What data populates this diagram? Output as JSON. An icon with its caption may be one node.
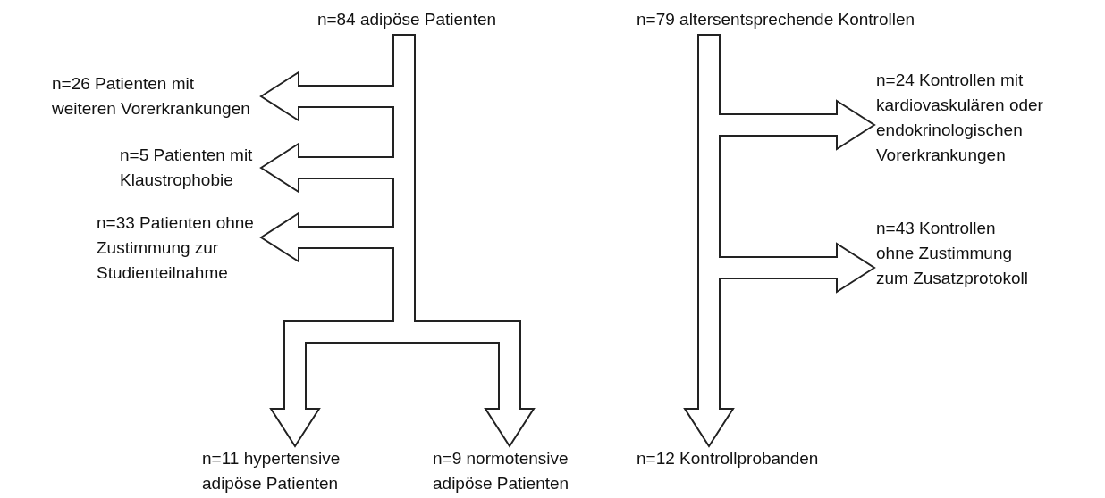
{
  "diagram": {
    "nodes": [
      {
        "text": [
          "n=84 adipöse Patienten"
        ]
      },
      {
        "text": [
          "n=26 Patienten mit weiteren Vorerkrankungen"
        ]
      },
      {
        "text": [
          "n=5 Patienten mit Klaustrophobie"
        ]
      },
      {
        "text": [
          "n=33 Patienten ohne Zustimmung zur Studienteilnahme"
        ]
      },
      {
        "text": [
          "n=11 hypertensive adipöse Patienten"
        ]
      },
      {
        "text": [
          "n=9 normotensive adipöse Patienten"
        ]
      },
      {
        "text": [
          "n=79 altersentsprechende Kontrollen"
        ]
      },
      {
        "text": [
          "n=24 Kontrollen mit kardiovaskulären oder endokrinologischen Vorerkrankungen"
        ]
      },
      {
        "text": [
          "n=43 Kontrollen ohne Zustimmung zum Zusatzprotokoll"
        ]
      },
      {
        "text": [
          "n=12 Kontrollprobanden"
        ]
      }
    ],
    "edges": [
      {
        "from": 0,
        "to": 1,
        "arrow": "to"
      },
      {
        "from": 0,
        "to": 2,
        "arrow": "to"
      },
      {
        "from": 0,
        "to": 3,
        "arrow": "to"
      },
      {
        "from": 0,
        "to": 4,
        "arrow": "to"
      },
      {
        "from": 0,
        "to": 5,
        "arrow": "to"
      },
      {
        "from": 6,
        "to": 7,
        "arrow": "to"
      },
      {
        "from": 6,
        "to": 8,
        "arrow": "to"
      },
      {
        "from": 6,
        "to": 9,
        "arrow": "to"
      }
    ]
  }
}
